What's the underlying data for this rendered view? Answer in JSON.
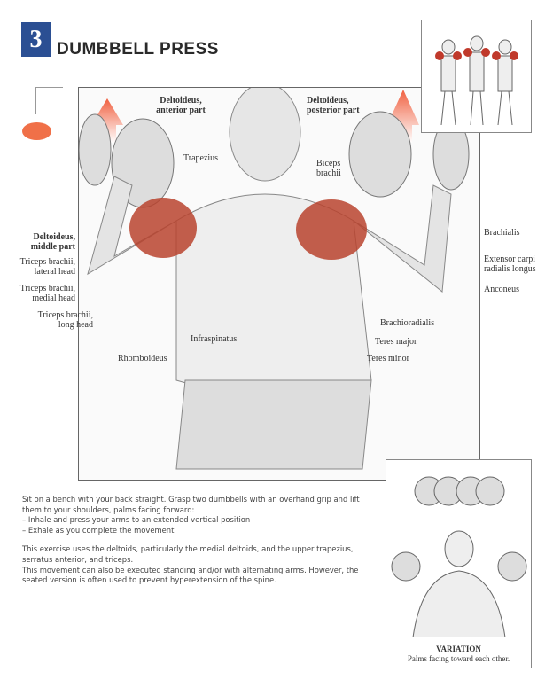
{
  "header": {
    "number": "3",
    "title": "DUMBBELL PRESS"
  },
  "labels": {
    "deltoid_anterior": "Deltoideus, anterior part",
    "deltoid_posterior": "Deltoideus, posterior part",
    "deltoid_middle": "Deltoideus, middle part",
    "trapezius": "Trapezius",
    "biceps": "Biceps brachii",
    "brachialis": "Brachialis",
    "ecrl": "Extensor carpi radialis longus",
    "anconeus": "Anconeus",
    "brachioradialis": "Brachioradialis",
    "teres_major": "Teres major",
    "teres_minor": "Teres minor",
    "triceps_lateral": "Triceps brachii, lateral head",
    "triceps_medial": "Triceps brachii, medial head",
    "triceps_long": "Triceps brachii, long head",
    "infraspinatus": "Infraspinatus",
    "rhomboideus": "Rhomboideus"
  },
  "description": {
    "intro": "Sit on a bench with your back straight. Grasp two dumbbells with an overhand grip and lift them to your shoulders, palms facing forward:",
    "steps": [
      "– Inhale and press your arms to an extended vertical position",
      "– Exhale as you complete the movement"
    ],
    "muscles": "This exercise uses the deltoids, particularly the medial deltoids, and the upper trapezius, serratus anterior, and triceps.",
    "note": "This movement can also be executed standing and/or with alternating arms. However, the seated version is often used to prevent hyperextension of the spine."
  },
  "variation": {
    "title": "VARIATION",
    "caption": "Palms facing toward each other."
  },
  "colors": {
    "accent": "#2b4f93",
    "muscle": "#b8432e",
    "arrow": "#f07048"
  }
}
